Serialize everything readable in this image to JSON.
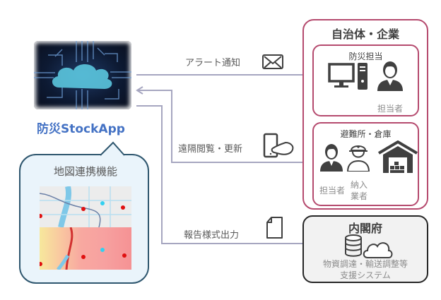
{
  "app": {
    "title": "防災StockApp"
  },
  "map_feature": {
    "title": "地図連携機能"
  },
  "flows": {
    "alert": "アラート通知",
    "remote": "遠隔閲覧・更新",
    "report": "報告様式出力"
  },
  "organization": {
    "title": "自治体・企業",
    "disaster_dept": {
      "title": "防災担当",
      "person_label": "担当者"
    },
    "shelter": {
      "title": "避難所・倉庫",
      "person_label": "担当者",
      "supplier_label_line1": "納入",
      "supplier_label_line2": "業者"
    }
  },
  "cabinet_office": {
    "title": "内閣府",
    "system_line1": "物資調達・輸送調整等",
    "system_line2": "支援システム"
  },
  "colors": {
    "accent_blue": "#4472c4",
    "org_border": "#b54a6e",
    "line": "#a6a6c0",
    "bubble_bg": "#eaf4fb",
    "bubble_border": "#2e566e"
  }
}
